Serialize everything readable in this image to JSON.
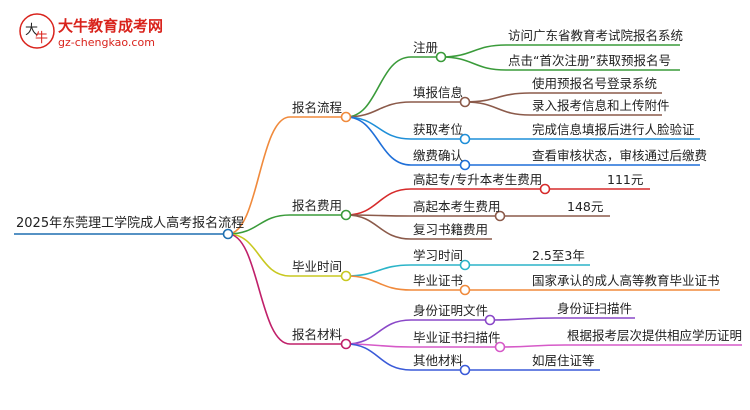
{
  "logo": {
    "title": "大牛教育成考网",
    "url": "gz-chengkao.com",
    "brand_color": "#d9231c"
  },
  "root": "2025年东莞理工学院成人高考报名流程",
  "branches": [
    {
      "label": "报名流程",
      "color": "#f08a3c",
      "children": [
        {
          "label": "注册",
          "color": "#3a9b3a",
          "children": [
            "访问广东省教育考试院报名系统",
            "点击“首次注册”获取预报名号"
          ]
        },
        {
          "label": "填报信息",
          "color": "#8b5a4a",
          "children": [
            "使用预报名号登录系统",
            "录入报考信息和上传附件"
          ]
        },
        {
          "label": "获取考位",
          "color": "#1f8fd8",
          "children": [
            "完成信息填报后进行人脸验证"
          ]
        },
        {
          "label": "缴费确认",
          "color": "#1f6fd8",
          "children": [
            "查看审核状态，审核通过后缴费"
          ]
        }
      ]
    },
    {
      "label": "报名费用",
      "color": "#3a9b3a",
      "children": [
        {
          "label": "高起专/专升本考生费用",
          "color": "#d62b2b",
          "children": [
            "111元"
          ]
        },
        {
          "label": "高起本考生费用",
          "color": "#8b5a4a",
          "children": [
            "148元"
          ]
        },
        {
          "label": "复习书籍费用",
          "color": "#8b5a4a",
          "children": []
        }
      ]
    },
    {
      "label": "毕业时间",
      "color": "#c8c820",
      "children": [
        {
          "label": "学习时间",
          "color": "#2bb4c8",
          "children": [
            "2.5至3年"
          ]
        },
        {
          "label": "毕业证书",
          "color": "#f08a3c",
          "children": [
            "国家承认的成人高等教育毕业证书"
          ]
        }
      ]
    },
    {
      "label": "报名材料",
      "color": "#c0206a",
      "children": [
        {
          "label": "身份证明文件",
          "color": "#8a48c8",
          "children": [
            "身份证扫描件"
          ]
        },
        {
          "label": "毕业证书扫描件",
          "color": "#d65ac8",
          "children": [
            "根据报考层次提供相应学历证明"
          ]
        },
        {
          "label": "其他材料",
          "color": "#3a5ad8",
          "children": [
            "如居住证等"
          ]
        }
      ]
    }
  ]
}
